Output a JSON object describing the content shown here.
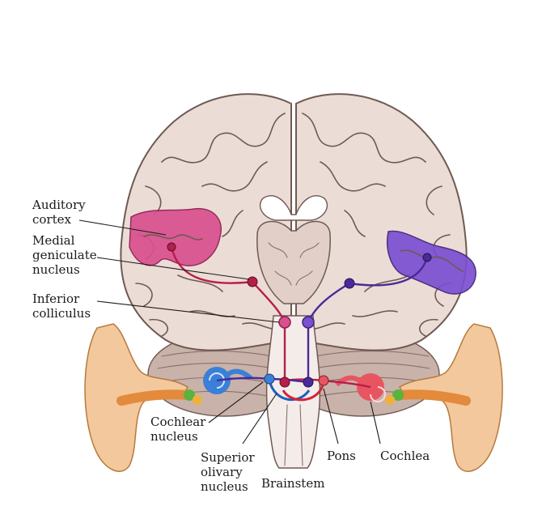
{
  "labels": {
    "auditory_cortex": [
      "Auditory",
      "cortex"
    ],
    "medial_geniculate": [
      "Medial",
      "geniculate",
      "nucleus"
    ],
    "inferior_colliculus": [
      "Inferior",
      "colliculus"
    ],
    "cochlear_nucleus": [
      "Cochlear",
      "nucleus"
    ],
    "superior_olivary": [
      "Superior",
      "olivary",
      "nucleus"
    ],
    "brainstem": "Brainstem",
    "pons": "Pons",
    "cochlea": "Cochlea"
  },
  "colors": {
    "brain_tissue": "#ecdcd6",
    "brain_outline": "#6e5a52",
    "left_pathway": "#b51f4a",
    "right_pathway": "#4a2a9a",
    "left_cortex": "#d9508e",
    "right_cortex": "#7b4fd1",
    "ear_skin": "#f2c89c",
    "ear_inner": "#e38a3c",
    "left_cochlea": "#3a7fd8",
    "right_cochlea": "#e85560",
    "cerebellum": "#c9b2aa",
    "brainstem_fill": "#f4ece8"
  }
}
